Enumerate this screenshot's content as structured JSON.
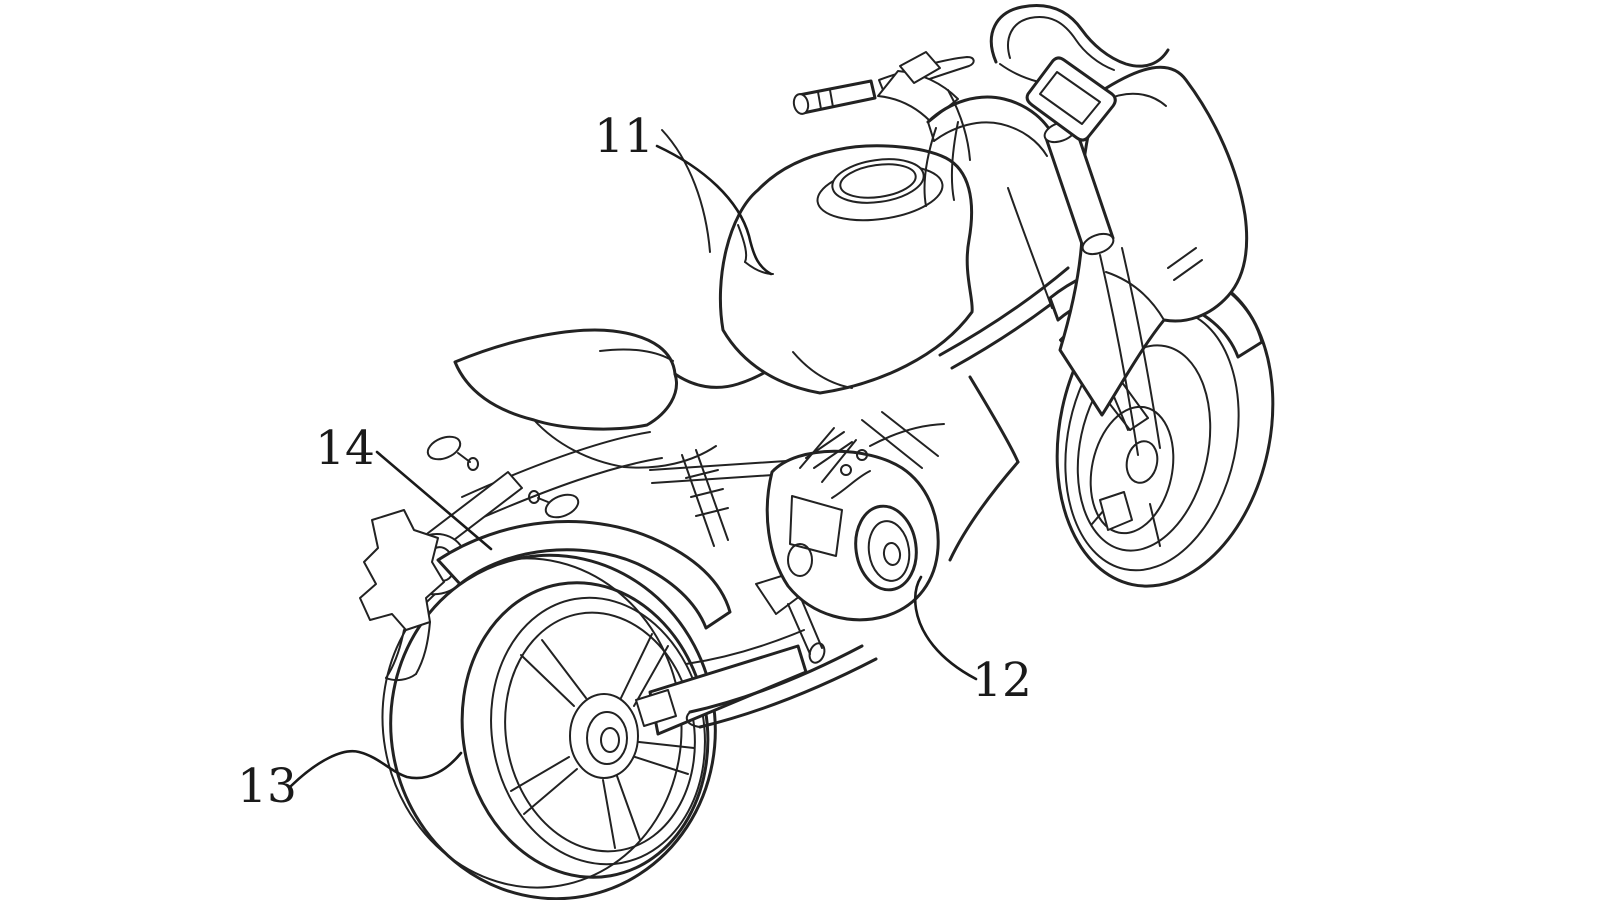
{
  "figure": {
    "background_color": "#ffffff",
    "line_color": "#222222",
    "label_color": "#1a1a1a",
    "reference_labels": [
      {
        "number": "11"
      },
      {
        "number": "12"
      },
      {
        "number": "13"
      },
      {
        "number": "14"
      }
    ]
  }
}
